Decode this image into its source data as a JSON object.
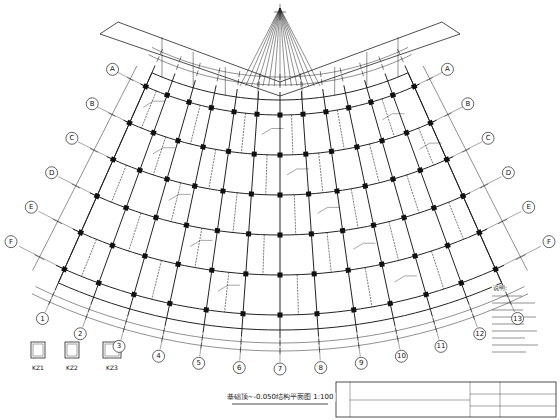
{
  "diagram": {
    "title": "基础顶~-0.050结构平面图 1:100",
    "labels": [
      "1",
      "2",
      "3",
      "4",
      "5",
      "6",
      "7",
      "8",
      "9",
      "10",
      "11",
      "12",
      "13",
      "A",
      "B",
      "C",
      "D",
      "E",
      "F",
      "A",
      "B",
      "C",
      "D",
      "E",
      "F",
      "KZ1",
      "KZ2",
      "KZ3",
      "说明:"
    ]
  }
}
